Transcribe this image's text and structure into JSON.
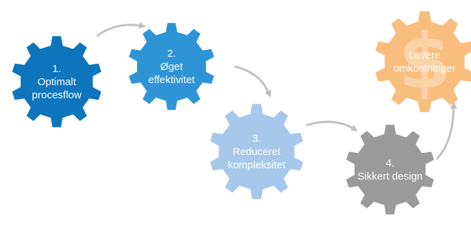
{
  "gears": [
    {
      "id": "optimalt-procesflow",
      "lines": [
        "1.",
        "Optimalt",
        "procesflow"
      ],
      "color": "#0e74bc"
    },
    {
      "id": "oget-effektivitet",
      "lines": [
        "2.",
        "Øget",
        "effektivitet"
      ],
      "color": "#2f94d6"
    },
    {
      "id": "reduceret-kompleksitet",
      "lines": [
        "3.",
        "Reduceret",
        "kompleksitet"
      ],
      "color": "#a7c8ea"
    },
    {
      "id": "sikkert-design",
      "lines": [
        "4.",
        "Sikkert design"
      ],
      "color": "#9a9a9a"
    },
    {
      "id": "lavere-omkostninger",
      "lines": [
        "Lavere",
        "omkostninger"
      ],
      "color": "#f9bd7e",
      "symbol": "$"
    }
  ],
  "colors": {
    "arrow": "#c0c0c0",
    "text": "#ffffff",
    "symbol": "#fbd3a8"
  },
  "icons": {
    "arrow_head": "arrowhead-icon",
    "dollar": "dollar-sign-icon"
  }
}
